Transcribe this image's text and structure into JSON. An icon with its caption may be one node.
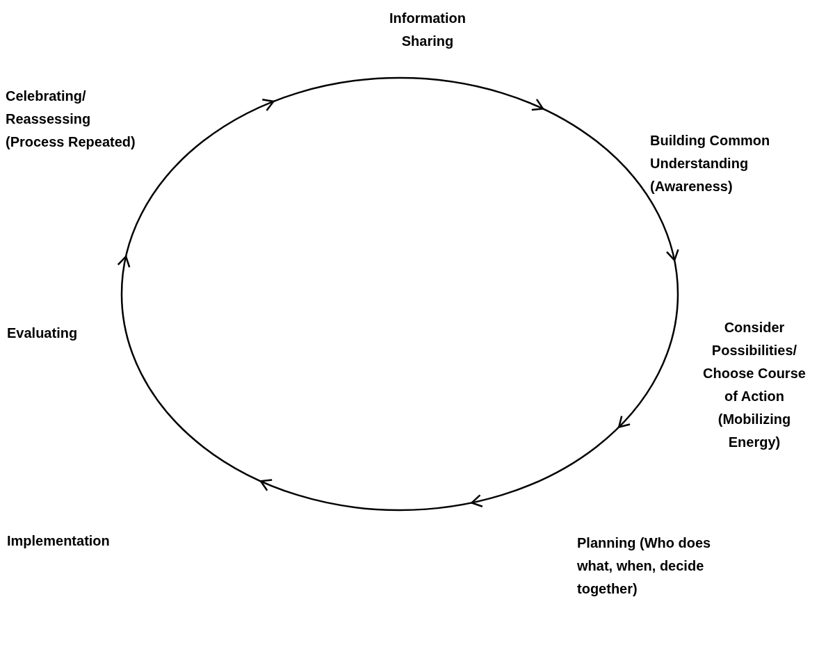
{
  "diagram": {
    "nodes": [
      {
        "text": [
          "Information Sharing"
        ]
      },
      {
        "text": [
          "Building Common Understanding (Awareness)"
        ]
      },
      {
        "text": [
          "Consider Possibilities/ Choose Course of Action (Mobilizing Energy)"
        ]
      },
      {
        "text": [
          "Planning (Who does what, when, decide together)"
        ]
      },
      {
        "text": [
          "Implementation"
        ]
      },
      {
        "text": [
          "Evaluating"
        ]
      },
      {
        "text": [
          "Celebrating/ Reassessing (Process Repeated)"
        ]
      }
    ]
  }
}
